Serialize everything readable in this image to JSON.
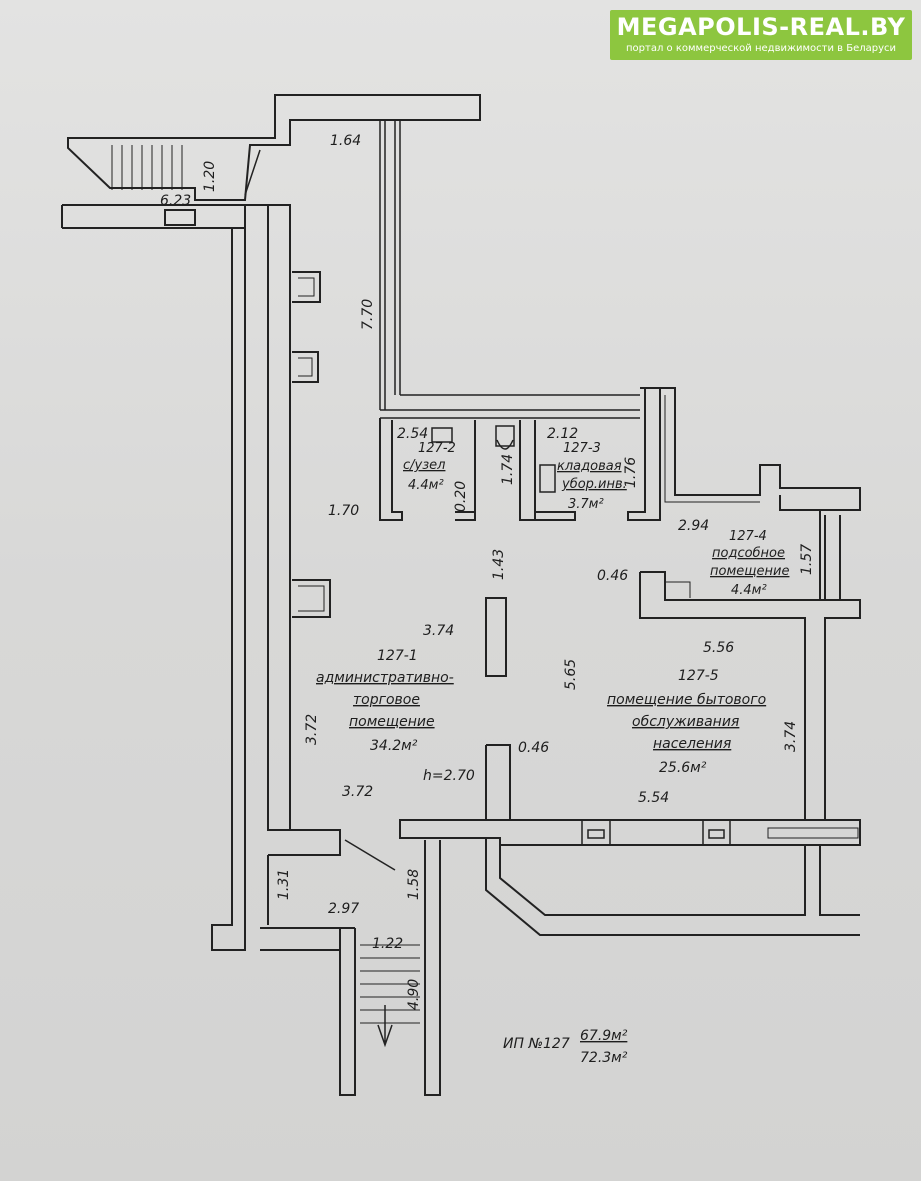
{
  "banner": {
    "brand": "MEGAPOLIS-REAL.BY",
    "tagline": "портал о коммерческой недвижимости в Беларуси"
  },
  "dimensions": {
    "d_164": "1.64",
    "d_120": "1.20",
    "d_623": "6.23",
    "d_770": "7.70",
    "d_254": "2.54",
    "d_174": "1.74",
    "d_212": "2.12",
    "d_176": "1.76",
    "d_020": "0.20",
    "d_170": "1.70",
    "d_143": "1.43",
    "d_294": "2.94",
    "d_157": "1.57",
    "d_046_top": "0.46",
    "d_374_left": "3.74",
    "d_565": "5.65",
    "d_556": "5.56",
    "d_372_v": "3.72",
    "d_374_right": "3.74",
    "d_046_mid": "0.46",
    "d_372_h": "3.72",
    "d_554": "5.54",
    "d_131": "1.31",
    "d_158": "1.58",
    "d_297": "2.97",
    "d_122": "1.22",
    "d_490": "4.90"
  },
  "rooms": {
    "r127_2": {
      "code": "127-2",
      "name": "с/узел",
      "area": "4.4м²"
    },
    "r127_3": {
      "code": "127-3",
      "name1": "кладовая",
      "name2": "убор.инв.",
      "area": "3.7м²"
    },
    "r127_4": {
      "code": "127-4",
      "name1": "подсобное",
      "name2": "помещение",
      "area": "4.4м²"
    },
    "r127_1": {
      "code": "127-1",
      "name1": "административно-",
      "name2": "торговое",
      "name3": "помещение",
      "area": "34.2м²",
      "height": "h=2.70"
    },
    "r127_5": {
      "code": "127-5",
      "name1": "помещение бытового",
      "name2": "обслуживания",
      "name3": "населения",
      "area": "25.6м²"
    }
  },
  "summary": {
    "label": "ИП №127",
    "area1": "67.9м²",
    "area2": "72.3м²"
  }
}
